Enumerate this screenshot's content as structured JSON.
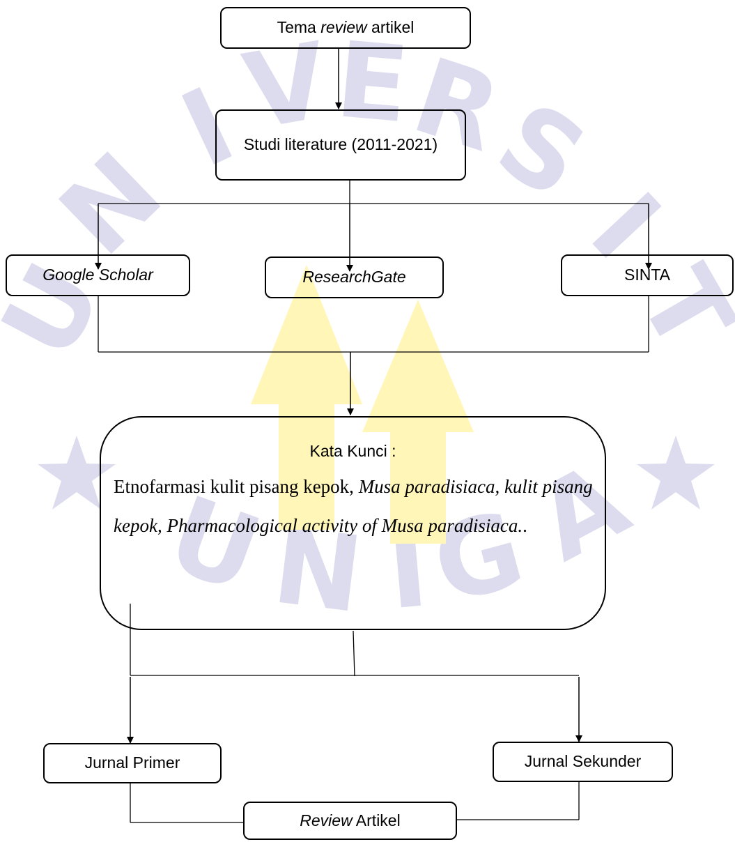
{
  "colors": {
    "line": "#000000",
    "watermark_text": "#dcdcee",
    "watermark_arrow": "#fff6b8"
  },
  "nodes": {
    "tema": {
      "text_before": "Tema ",
      "text_italic": "review",
      "text_after": " artikel"
    },
    "studi": {
      "text": "Studi literature (2011-2021)"
    },
    "google": {
      "text": "Google Scholar"
    },
    "researchgate": {
      "text": "ResearchGate"
    },
    "sinta": {
      "text": "SINTA"
    },
    "kata_kunci": {
      "title": "Kata Kunci :",
      "plain": "Etnofarmasi kulit pisang kepok, ",
      "italic": "Musa paradisiaca, kulit pisang kepok, Pharmacological activity of Musa paradisiaca.",
      "trailing": "."
    },
    "primer": {
      "text": "Jurnal Primer"
    },
    "sekunder": {
      "text": "Jurnal Sekunder"
    },
    "review": {
      "text_italic": "Review",
      "text_after": " Artikel"
    }
  }
}
